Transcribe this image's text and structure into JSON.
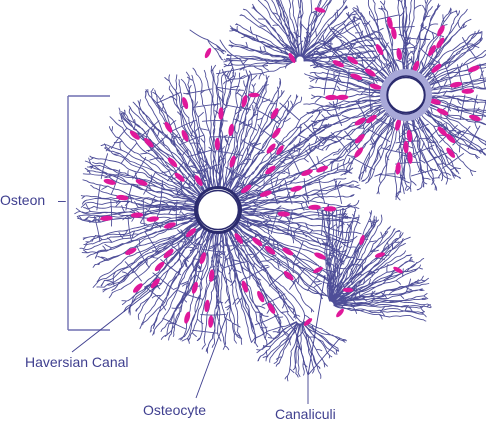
{
  "labels": {
    "osteon": "Osteon",
    "haversian_canal": "Haversian Canal",
    "osteocyte": "Osteocyte",
    "canaliculi": "Canaliculi"
  },
  "colors": {
    "ink": "#3f3f8f",
    "lacuna": "#e0189a",
    "canal_ring": "#2b2b6e",
    "canal_ring_light": "#a8a8d8",
    "bracket": "#6f6fb0"
  }
}
